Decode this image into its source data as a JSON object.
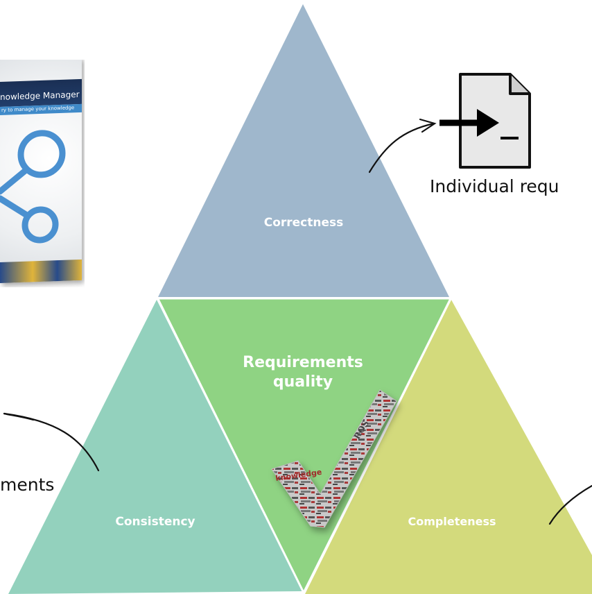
{
  "diagram": {
    "center_label": "Requirements quality",
    "top_label": "Correctness",
    "left_label": "Consistency",
    "right_label": "Completeness"
  },
  "annotations": {
    "individual_text": "Individual requ",
    "ments_text": "ments"
  },
  "product_box": {
    "title": "nowledge Manager",
    "tagline": "ry to manage your knowledge"
  },
  "icons": {
    "document": "terminal-document-icon",
    "check": "check-mark-icon",
    "share": "share-network-icon"
  },
  "check_words": [
    "knowledge",
    "RQS"
  ],
  "colors": {
    "top": "#9fb7cc",
    "center": "#8fd383",
    "left": "#93d1bd",
    "right": "#d3da7c",
    "text_white": "#ffffff",
    "arrow": "#111111"
  }
}
